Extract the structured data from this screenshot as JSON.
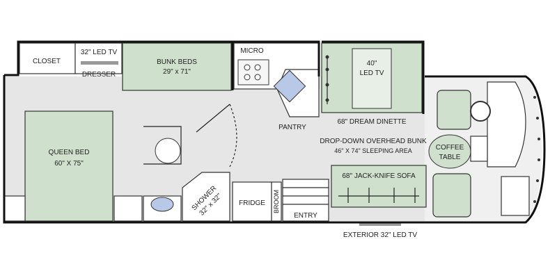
{
  "labels": {
    "closet": "CLOSET",
    "led_tv_top": "32\" LED TV",
    "dresser": "DRESSER",
    "bunk_beds": "BUNK BEDS",
    "bunk_size": "29\" x 71\"",
    "micro": "MICRO",
    "led_tv_40_a": "40\"",
    "led_tv_40_b": "LED TV",
    "dream_dinette": "68\" DREAM DINETTE",
    "pantry": "PANTRY",
    "overhead_bunk": "DROP-DOWN OVERHEAD BUNK",
    "sleeping_area": "46\" X 74\" SLEEPING AREA",
    "queen_bed": "QUEEN BED",
    "queen_size": "60\" X 75\"",
    "coffee_a": "COFFEE",
    "coffee_b": "TABLE",
    "jackknife_sofa": "68\" JACK-KNIFE SOFA",
    "shower_a": "SHOWER",
    "shower_b": "32\" x 32\"",
    "fridge": "FRIDGE",
    "broom": "BROOM",
    "entry": "ENTRY",
    "exterior_tv": "EXTERIOR 32\" LED TV"
  },
  "colors": {
    "bed_green": "#cfe0cd",
    "floor_gray": "#e6e6e6",
    "sink_blue": "#b7c9e6",
    "wall": "#111111"
  }
}
